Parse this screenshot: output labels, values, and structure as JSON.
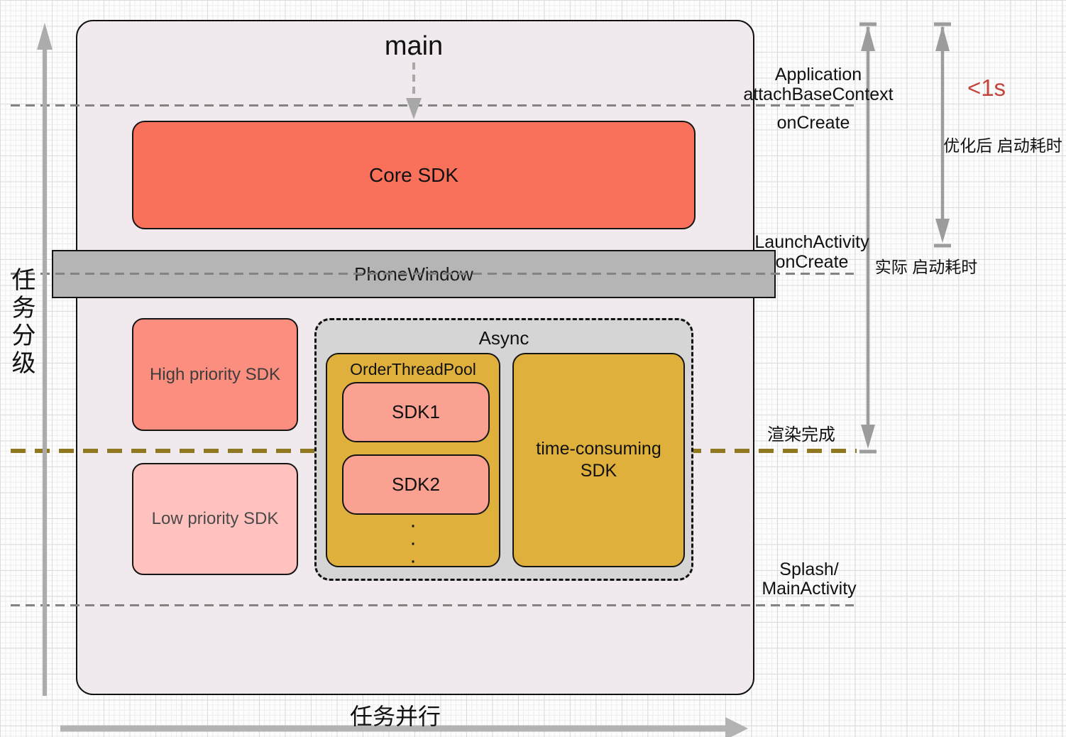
{
  "title": "main",
  "boxes": {
    "core_sdk": "Core SDK",
    "phone_window": "PhoneWindow",
    "high_priority": "High priority SDK",
    "low_priority": "Low priority SDK",
    "async_title": "Async",
    "order_thread_pool": "OrderThreadPool",
    "sdk1": "SDK1",
    "sdk2": "SDK2",
    "dots": [
      "·",
      "·",
      "·"
    ],
    "time_consuming": [
      "time-consuming",
      "SDK"
    ]
  },
  "timeline_labels": {
    "application": "Application",
    "attach_base_context": "attachBaseContext",
    "application_on_create": "onCreate",
    "launch_activity": "LaunchActivity",
    "launch_on_create": "onCreate",
    "render_complete": "渲染完成",
    "splash_line1": "Splash/",
    "splash_line2": "MainActivity"
  },
  "metrics": {
    "under_one_second": "<1s",
    "optimized_startup_time": "优化后 启动耗时",
    "actual_startup_time": "实际 启动耗时"
  },
  "axes": {
    "y_axis": "任务分级",
    "x_axis": "任务并行"
  },
  "colors": {
    "core_sdk_fill": "#f9705b",
    "priority_sdk_fill": "#fb8e7e",
    "low_priority_fill": "#ffc2bf",
    "sdk_item_fill": "#fba191",
    "gold_fill": "#dfb13c",
    "async_fill": "#d5d5d5",
    "phone_window_fill": "#b5b5b5",
    "container_fill": "#f0eaee",
    "render_line": "#8f7820",
    "dash_line": "#838383",
    "arrow_gray": "#9c9c9c",
    "metric_red": "#c1473d"
  }
}
